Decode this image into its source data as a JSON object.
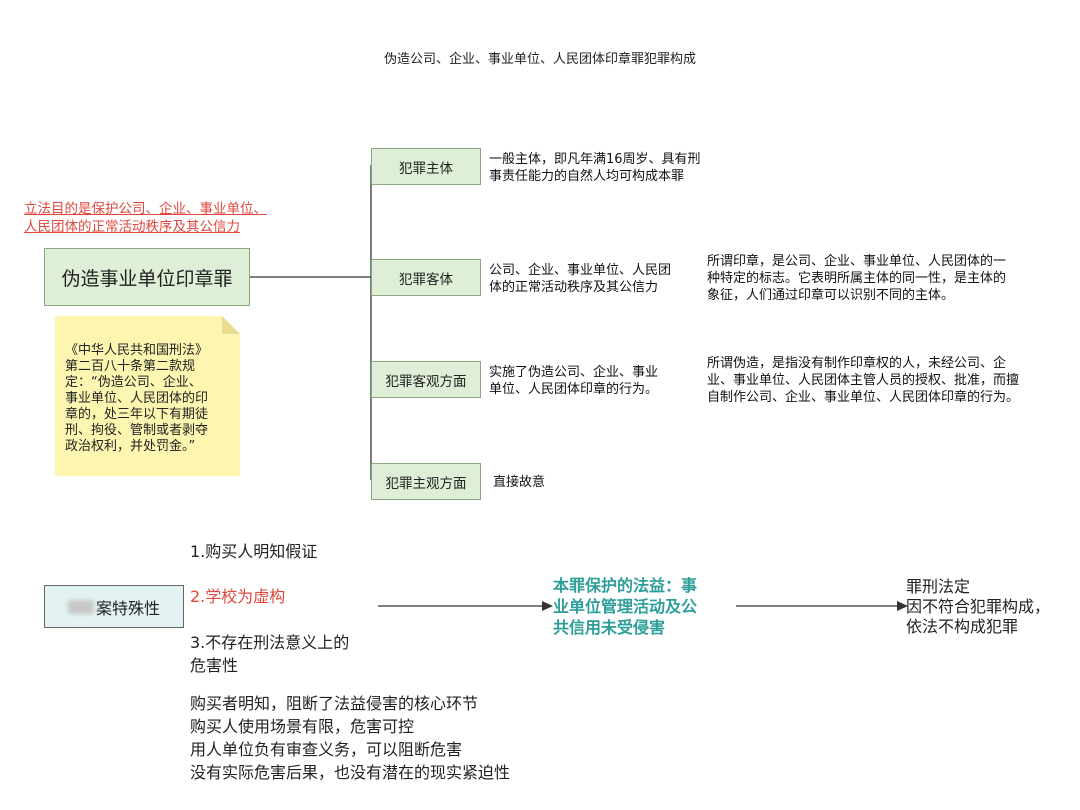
{
  "title": "伪造公司、企业、事业单位、人民团体印章罪犯罪构成",
  "main_node": "伪造事业单位印章罪",
  "red_note": [
    "立法目的是保护公司、企业、事业单位、",
    "人民团体的正常活动秩序及其公信力"
  ],
  "sticky_note": [
    "《中华人民共和国刑法》",
    "第二百八十条第二款规",
    "定：“伪造公司、企业、",
    "事业单位、人民团体的印",
    "章的，处三年以下有期徒",
    "刑、拘役、管制或者剥夺",
    "政治权利，并处罚金。”"
  ],
  "branches": [
    {
      "label": "犯罪主体",
      "desc": [
        "一般主体，即凡年满16周岁、具有刑",
        "事责任能力的自然人均可构成本罪"
      ]
    },
    {
      "label": "犯罪客体",
      "desc": [
        "公司、企业、事业单位、人民团",
        "体的正常活动秩序及其公信力"
      ],
      "note": [
        "所谓印章，是公司、企业、事业单位、人民团体的一",
        "种特定的标志。它表明所属主体的同一性，是主体的",
        "象征，人们通过印章可以识别不同的主体。"
      ]
    },
    {
      "label": "犯罪客观方面",
      "desc": [
        "实施了伪造公司、企业、事业",
        "单位、人民团体印章的行为。"
      ],
      "note": [
        "所谓伪造，是指没有制作印章权的人，未经公司、企",
        "业、事业单位、人民团体主管人员的授权、批准，而擅",
        "自制作公司、企业、事业单位、人民团体印章的行为。"
      ]
    },
    {
      "label": "犯罪主观方面",
      "desc": [
        "直接故意"
      ]
    }
  ],
  "case": {
    "label": "案特殊性",
    "points": [
      "1.购买人明知假证",
      "2.学校为虚构",
      "3.不存在刑法意义上的",
      "危害性"
    ],
    "reasons": [
      "购买者明知，阻断了法益侵害的核心环节",
      "购买人使用场景有限，危害可控",
      "用人单位负有审查义务，可以阻断危害",
      "没有实际危害后果，也没有潜在的现实紧迫性"
    ],
    "interest": [
      "本罪保护的法益：事",
      "业单位管理活动及公",
      "共信用未受侵害"
    ],
    "conclusion": [
      "罪刑法定",
      "因不符合犯罪构成，",
      "依法不构成犯罪"
    ]
  },
  "colors": {
    "node_fill": "#dfeed6",
    "node_border": "#8aa77e",
    "red": "#e0483e",
    "teal": "#2e9e9a",
    "sticky": "#fdf6b0",
    "case_fill": "#e3f3f3"
  }
}
